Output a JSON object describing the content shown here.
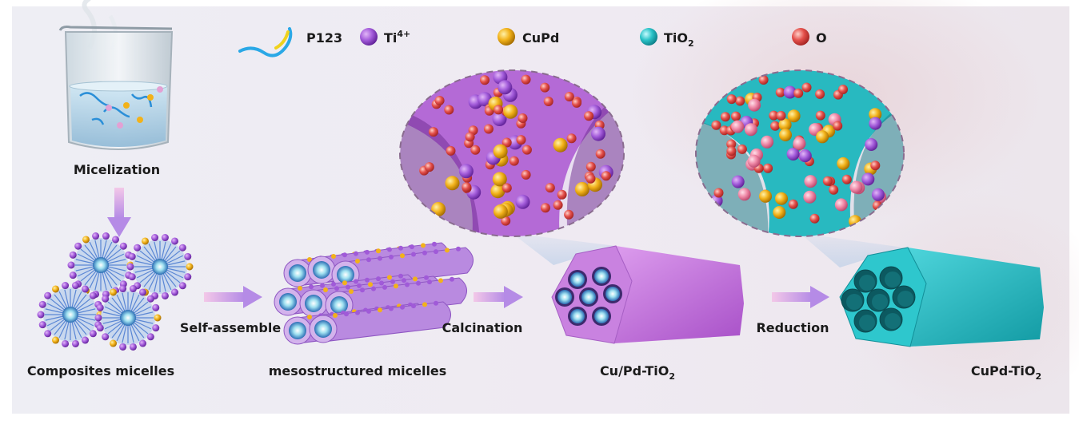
{
  "legend": {
    "p123": "P123",
    "ti_main": "Ti",
    "ti_sup": "4+",
    "cupd": "CuPd",
    "tio2_main": "TiO",
    "tio2_sub": "2",
    "o": "O"
  },
  "steps": {
    "micelization": "Micelization",
    "self_assemble": "Self-assemble",
    "calcination": "Calcination",
    "reduction": "Reduction"
  },
  "products": {
    "composites": "Composites micelles",
    "mesostructured": "mesostructured  micelles",
    "cupd_tio2_mixed_main": "Cu/Pd-TiO",
    "cupd_tio2_mixed_sub": "2",
    "cupd_tio2_main": "CuPd-TiO",
    "cupd_tio2_sub": "2"
  },
  "colors": {
    "ti4": "#8e44d6",
    "cupd": "#f2b21a",
    "tio2": "#2bc3c8",
    "oxygen": "#e4504b",
    "arrow": "#c69ce4",
    "prism_purple": "#c777e0",
    "prism_cyan": "#25bcc4"
  }
}
